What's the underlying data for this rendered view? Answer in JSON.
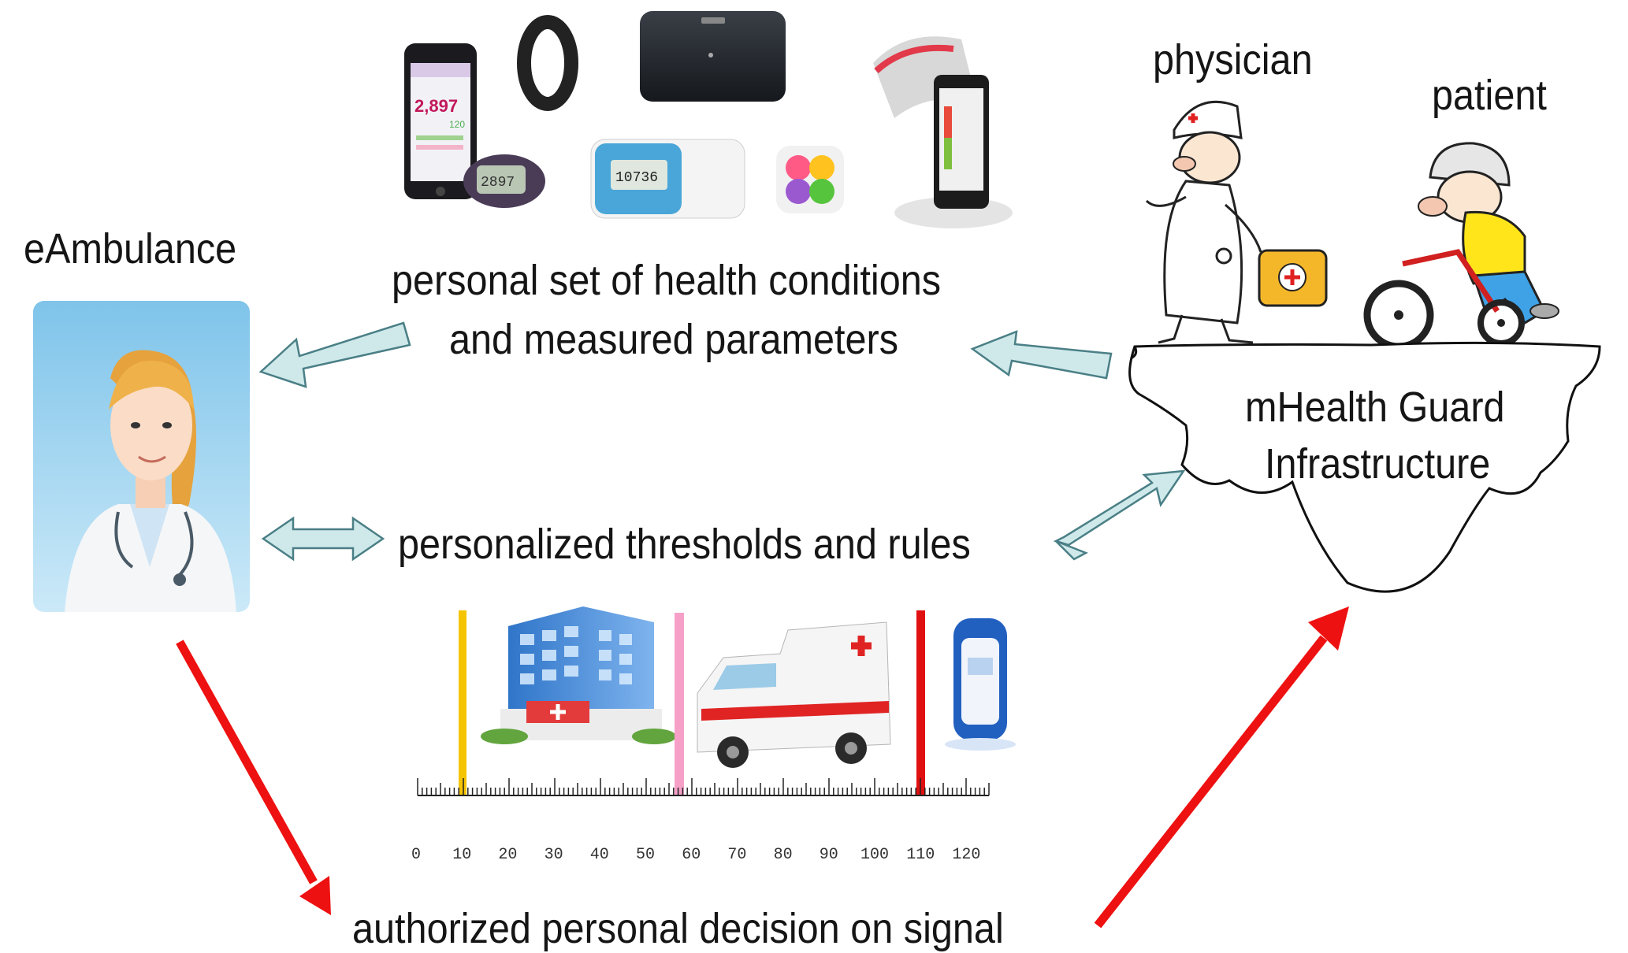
{
  "labels": {
    "eambulance": "eAmbulance",
    "physician": "physician",
    "patient": "patient",
    "cloud_line1": "mHealth Guard",
    "cloud_line2": "Infrastructure",
    "personal_set_line1": "personal set of health conditions",
    "personal_set_line2": "and measured parameters",
    "thresholds": "personalized thresholds and rules",
    "decision": "authorized personal decision on signal"
  },
  "devices": {
    "phone_steps": "2,897",
    "phone_steps_sub": "120",
    "pedometer_display": "2897",
    "tracker_display": "10736"
  },
  "ruler": {
    "ticks": [
      "0",
      "10",
      "20",
      "30",
      "40",
      "50",
      "60",
      "70",
      "80",
      "90",
      "100",
      "110",
      "120"
    ]
  },
  "colors": {
    "arrow_fill": "#cfe9ea",
    "arrow_stroke": "#4a7f86",
    "decision_arrow": "#ee1111",
    "marker_yellow": "#f5c400",
    "marker_pink": "#f6a0c8",
    "marker_red": "#e01010"
  }
}
